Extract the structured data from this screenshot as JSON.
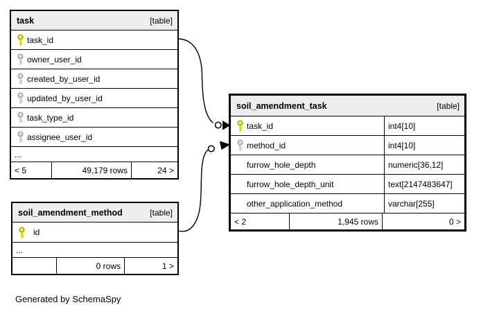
{
  "page": {
    "footer_note": "Generated by SchemaSpy"
  },
  "colors": {
    "border": "#000000",
    "header_bg": "#eeeeee",
    "primary_key": "#d9d900",
    "foreign_key": "#c9c9c9"
  },
  "tables": [
    {
      "name": "task",
      "badge": "[table]",
      "columns": [
        {
          "name": "task_id",
          "key": "primary"
        },
        {
          "name": "owner_user_id",
          "key": "foreign"
        },
        {
          "name": "created_by_user_id",
          "key": "foreign"
        },
        {
          "name": "updated_by_user_id",
          "key": "foreign"
        },
        {
          "name": "task_type_id",
          "key": "foreign"
        },
        {
          "name": "assignee_user_id",
          "key": "foreign"
        }
      ],
      "ellipsis": "...",
      "footer": {
        "left": "< 5",
        "center": "49,179 rows",
        "right": "24 >"
      }
    },
    {
      "name": "soil_amendment_task",
      "badge": "[table]",
      "columns": [
        {
          "name": "task_id",
          "type": "int4[10]",
          "key": "primary"
        },
        {
          "name": "method_id",
          "type": "int4[10]",
          "key": "foreign"
        },
        {
          "name": "furrow_hole_depth",
          "type": "numeric[36,12]",
          "key": "none"
        },
        {
          "name": "furrow_hole_depth_unit",
          "type": "text[2147483647]",
          "key": "none"
        },
        {
          "name": "other_application_method",
          "type": "varchar[255]",
          "key": "none"
        }
      ],
      "footer": {
        "left": "< 2",
        "center": "1,945 rows",
        "right": "0 >"
      }
    },
    {
      "name": "soil_amendment_method",
      "badge": "[table]",
      "columns": [
        {
          "name": "id",
          "key": "primary"
        }
      ],
      "ellipsis": "...",
      "footer": {
        "left": "",
        "center": "0 rows",
        "right": "1 >"
      }
    }
  ],
  "relationships": [
    {
      "from": "task.task_id",
      "to": "soil_amendment_task.task_id"
    },
    {
      "from": "soil_amendment_method.id",
      "to": "soil_amendment_task.method_id"
    }
  ]
}
